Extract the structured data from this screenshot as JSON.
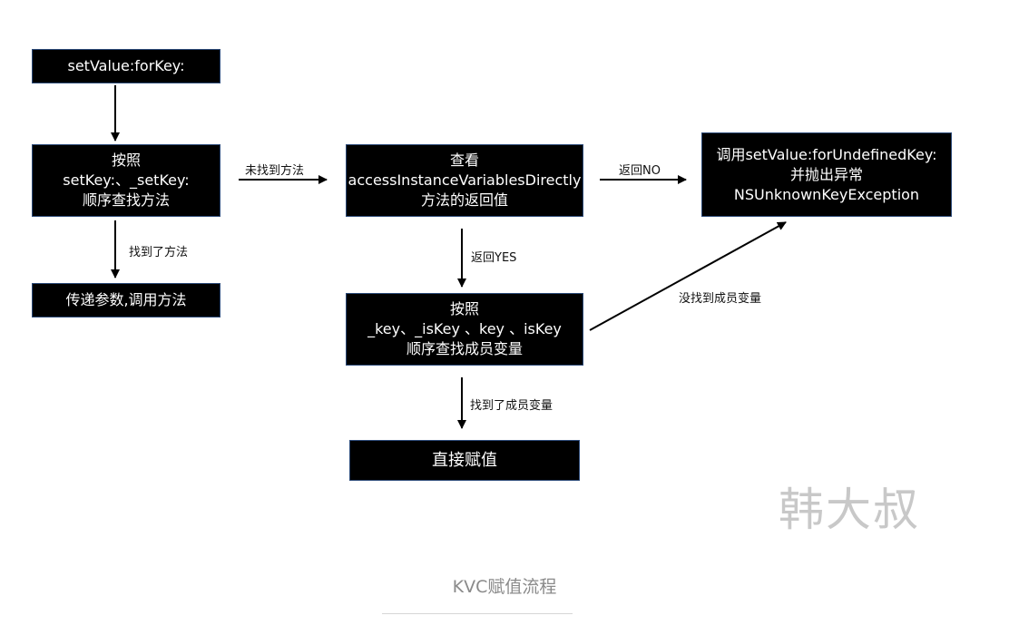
{
  "nodes": {
    "setvalue_forkey": {
      "lines": [
        "setValue:forKey:"
      ]
    },
    "search_setter": {
      "lines": [
        "按照",
        "setKey:、_setKey:",
        "顺序查找方法"
      ]
    },
    "pass_params": {
      "lines": [
        "传递参数,调用方法"
      ]
    },
    "check_access": {
      "lines": [
        "查看",
        "accessInstanceVariablesDirectly",
        "方法的返回值"
      ]
    },
    "undefined_key": {
      "lines": [
        "调用setValue:forUndefinedKey:",
        "并抛出异常",
        "NSUnknownKeyException"
      ]
    },
    "search_ivars": {
      "lines": [
        "按照",
        "_key、_isKey 、key 、isKey",
        "顺序查找成员变量"
      ]
    },
    "assign_direct": {
      "lines": [
        "直接赋值"
      ]
    }
  },
  "edge_labels": {
    "found_method": "找到了方法",
    "method_not_found": "未找到方法",
    "return_no": "返回NO",
    "return_yes": "返回YES",
    "ivar_not_found": "没找到成员变量",
    "found_ivar": "找到了成员变量"
  },
  "watermark": "韩大叔",
  "caption": "KVC赋值流程"
}
